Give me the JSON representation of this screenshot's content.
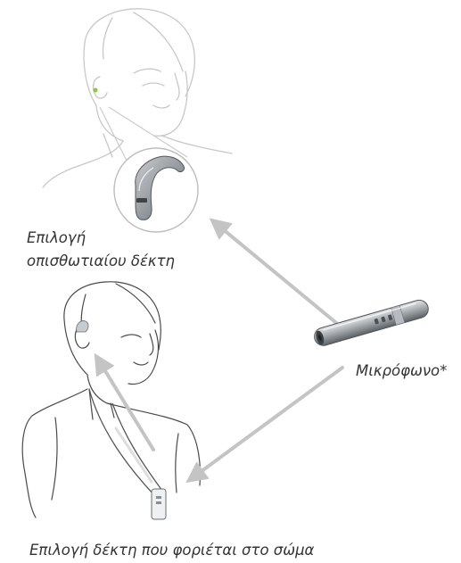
{
  "labels": {
    "bte_receiver_line1": "Επιλογή",
    "bte_receiver_line2": "οπισθωτιαίου δέκτη",
    "microphone": "Μικρόφωνο*",
    "body_worn_receiver": "Επιλογή δέκτη που φοριέται στο σώμα"
  },
  "colors": {
    "arrow": "#c4c4c4",
    "line_faded": "#c8c8c8",
    "line_dark": "#4a4a4a",
    "device_metal": "#9aa0a6",
    "device_accent": "#8dc63f"
  },
  "icons": {
    "top_figure": "person-with-bte-hearing-aid",
    "bottom_figure": "person-with-neck-loop-receiver",
    "device": "pen-microphone"
  }
}
